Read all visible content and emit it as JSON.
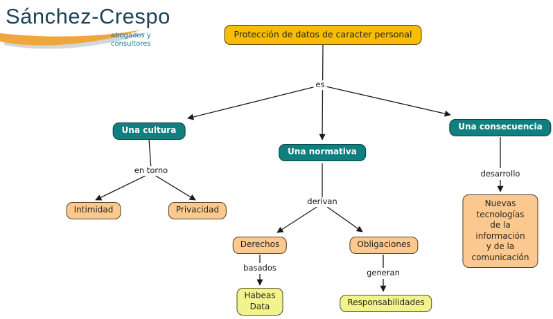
{
  "logo": {
    "name": "Sánchez-Crespo",
    "tagline": "abogados y\nconsultores"
  },
  "diagram": {
    "type": "concept-map",
    "nodes": {
      "main": {
        "label": "Protección de datos de caracter personal",
        "color": "#F8BC02"
      },
      "cultura": {
        "label": "Una cultura",
        "color": "#0F7F7F"
      },
      "normativa": {
        "label": "Una normativa",
        "color": "#0F7F7F"
      },
      "consecuencia": {
        "label": "Una consecuencia",
        "color": "#0F7F7F"
      },
      "intimidad": {
        "label": "Intimidad",
        "color": "#FBC98F"
      },
      "privacidad": {
        "label": "Privacidad",
        "color": "#FBC98F"
      },
      "derechos": {
        "label": "Derechos",
        "color": "#FBC98F"
      },
      "obligaciones": {
        "label": "Obligaciones",
        "color": "#FBC98F"
      },
      "habeas_data": {
        "label": "Habeas\nData",
        "color": "#F3F38D"
      },
      "responsabilidades": {
        "label": "Responsabilidades",
        "color": "#F3F38D"
      },
      "nuevas_tecnologias": {
        "label": "Nuevas\ntecnologías\nde la información\ny de la comunicación",
        "color": "#FBC98F"
      }
    },
    "link_labels": {
      "es": "es",
      "en_torno": "en torno",
      "derivan": "derivan",
      "basados": "basados",
      "generan": "generan",
      "desarrollo": "desarrollo"
    },
    "edges": [
      {
        "from": "main",
        "label": "es",
        "to": [
          "cultura",
          "normativa",
          "consecuencia"
        ]
      },
      {
        "from": "cultura",
        "label": "en torno",
        "to": [
          "intimidad",
          "privacidad"
        ]
      },
      {
        "from": "normativa",
        "label": "derivan",
        "to": [
          "derechos",
          "obligaciones"
        ]
      },
      {
        "from": "derechos",
        "label": "basados",
        "to": [
          "habeas_data"
        ]
      },
      {
        "from": "obligaciones",
        "label": "generan",
        "to": [
          "responsabilidades"
        ]
      },
      {
        "from": "consecuencia",
        "label": "desarrollo",
        "to": [
          "nuevas_tecnologias"
        ]
      }
    ],
    "colors": {
      "line": "#1a1a1a",
      "logo_name": "#1d4356",
      "logo_tagline": "#1a7482",
      "swoosh_orange": "#EFA63C",
      "background": "#ffffff"
    }
  }
}
